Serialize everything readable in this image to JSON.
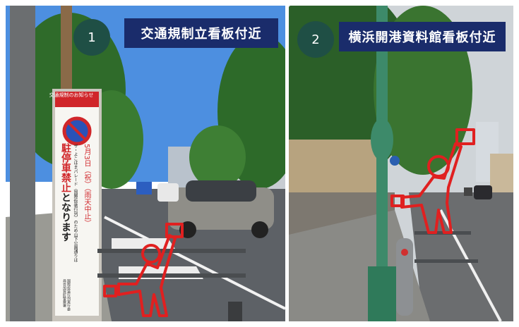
{
  "photos": [
    {
      "number": "1",
      "title": "交通規制立看板付近",
      "sign": {
        "header": "交通規制のお知らせ",
        "date_line": "5月3日（祝）",
        "time_note": "（雨天中止）",
        "line_a": "ザ・よこはまパレード（国際仮装行列）",
        "line_b": "のため山下公園通りは",
        "ban_red": "駐停車禁止",
        "ban_black": "となります",
        "footer_a": "国際仮装行列実行委員会",
        "footer_b": "加賀町警察署"
      }
    },
    {
      "number": "2",
      "title": "横浜開港資料館看板付近"
    }
  ],
  "colors": {
    "badge_bg": "#1f4f45",
    "title_bg": "#1a2c6b",
    "figure_red": "#e02020"
  }
}
